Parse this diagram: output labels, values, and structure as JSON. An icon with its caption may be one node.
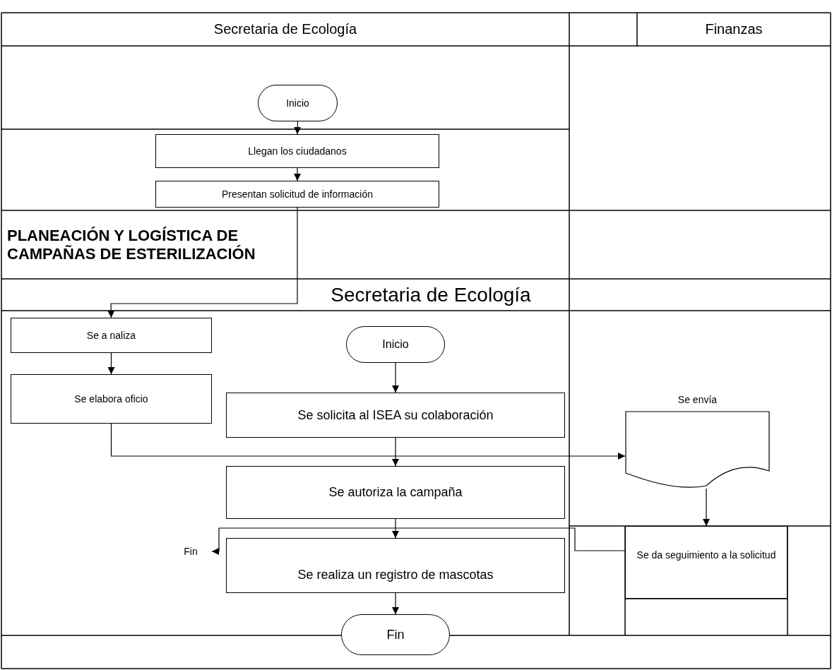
{
  "diagram": {
    "title": "PLANEACIÓN Y LOGÍSTICA DE CAMPAÑAS DE ESTERILIZACIÓN",
    "nodes": [
      {
        "text": [
          "Inicio"
        ]
      },
      {
        "text": [
          "Llegan los ciudadanos"
        ]
      },
      {
        "text": [
          "Presentan solicitud de información"
        ]
      },
      {
        "text": [
          "Se a naliza"
        ]
      },
      {
        "text": [
          "Se elabora oficio"
        ]
      },
      {
        "text": [
          "Se envía"
        ]
      },
      {
        "text": [
          "Se da seguimiento a la solicitud"
        ]
      },
      {
        "text": [
          "Fin"
        ]
      },
      {
        "text": [
          "Inicio"
        ]
      },
      {
        "text": [
          "Se solicita al ISEA su colaboración"
        ]
      },
      {
        "text": [
          "Se autoriza la campaña"
        ]
      },
      {
        "text": [
          "Se realiza un registro de mascotas"
        ]
      },
      {
        "text": [
          "Fin"
        ]
      }
    ],
    "edges": [
      {
        "from": 0,
        "to": 1,
        "arrow": "to"
      },
      {
        "from": 1,
        "to": 2,
        "arrow": "to"
      },
      {
        "from": 2,
        "to": 3,
        "arrow": "to"
      },
      {
        "from": 3,
        "to": 4,
        "arrow": "to"
      },
      {
        "from": 4,
        "to": 5,
        "arrow": "to"
      },
      {
        "from": 5,
        "to": 6,
        "arrow": "to"
      },
      {
        "from": 6,
        "to": 7,
        "arrow": "to"
      },
      {
        "from": 8,
        "to": 9,
        "arrow": "to"
      },
      {
        "from": 9,
        "to": 10,
        "arrow": "to"
      },
      {
        "from": 10,
        "to": 11,
        "arrow": "to"
      },
      {
        "from": 11,
        "to": 12,
        "arrow": "to"
      }
    ],
    "labels": [
      "Secretaria de Ecología",
      "Finanzas",
      "Secretaria de Ecología"
    ]
  }
}
